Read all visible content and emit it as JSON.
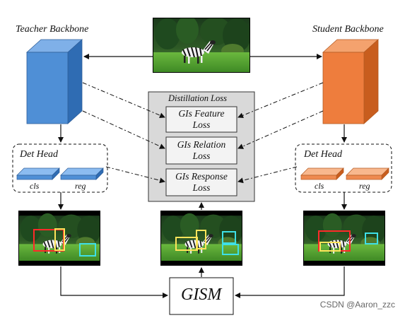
{
  "teacher": {
    "title": "Teacher Backbone",
    "head_title": "Det Head",
    "cls": "cls",
    "reg": "reg",
    "color": "#4f8fd6"
  },
  "student": {
    "title": "Student Backbone",
    "head_title": "Det Head",
    "cls": "cls",
    "reg": "reg",
    "color": "#ee7d3d"
  },
  "distill": {
    "title": "Distillation Loss",
    "losses": [
      {
        "line1": "GIs Feature",
        "line2": "Loss"
      },
      {
        "line1": "GIs Relation",
        "line2": "Loss"
      },
      {
        "line1": "GIs Response",
        "line2": "Loss"
      }
    ]
  },
  "gism": "GISM",
  "watermark": "CSDN @Aaron_zzc",
  "colors": {
    "teacher_box": "#ff2a2a",
    "gi_box_yellow": "#ffe45a",
    "gi_box_cyan": "#3ee0e6",
    "distill_bg": "#d9d9d9"
  }
}
